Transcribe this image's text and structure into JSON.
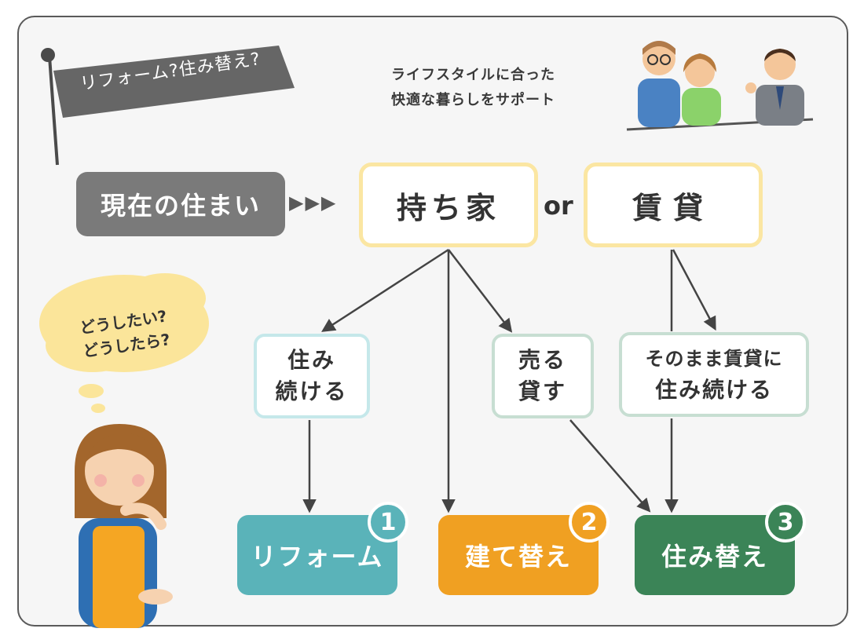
{
  "flag": {
    "label": "リフォーム?住み替え?"
  },
  "tagline": {
    "line1": "ライフスタイルに合った",
    "line2": "快適な暮らしをサポート"
  },
  "current_home": {
    "label": "現在の住まい",
    "arrows": "▶▶▶"
  },
  "owned_home": {
    "label": "持ち家"
  },
  "or_label": "or",
  "rental": {
    "label": "賃貸"
  },
  "thought": {
    "line1": "どうしたい?",
    "line2": "どうしたら?"
  },
  "options": {
    "keep_living": {
      "line1": "住み",
      "line2": "続ける"
    },
    "sell_or_lease": {
      "line1": "売る",
      "line2": "貸す"
    },
    "keep_renting": {
      "line1": "そのまま賃貸に",
      "line2": "住み続ける"
    }
  },
  "results": [
    {
      "label": "リフォーム",
      "number": "1",
      "color": "#5ab3b9"
    },
    {
      "label": "建て替え",
      "number": "2",
      "color": "#f0a022"
    },
    {
      "label": "住み替え",
      "number": "3",
      "color": "#3b8457"
    }
  ],
  "colors": {
    "box_border_yellow": "#fbe6a2",
    "box_border_teal": "#c5e8ea",
    "box_border_green": "#c7ded2",
    "frame_border": "#5a5a5a",
    "current_box": "#7a7a7a",
    "thought_bubble": "#fbe59a"
  }
}
